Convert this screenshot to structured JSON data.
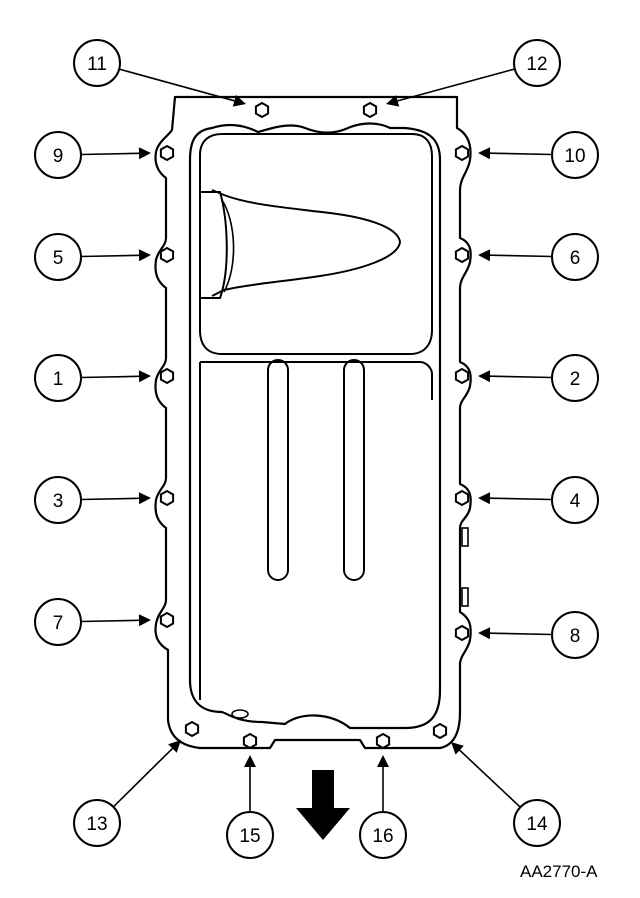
{
  "figure_id": "AA2770-A",
  "callouts": [
    "1",
    "2",
    "3",
    "4",
    "5",
    "6",
    "7",
    "8",
    "9",
    "10",
    "11",
    "12",
    "13",
    "14",
    "15",
    "16"
  ]
}
